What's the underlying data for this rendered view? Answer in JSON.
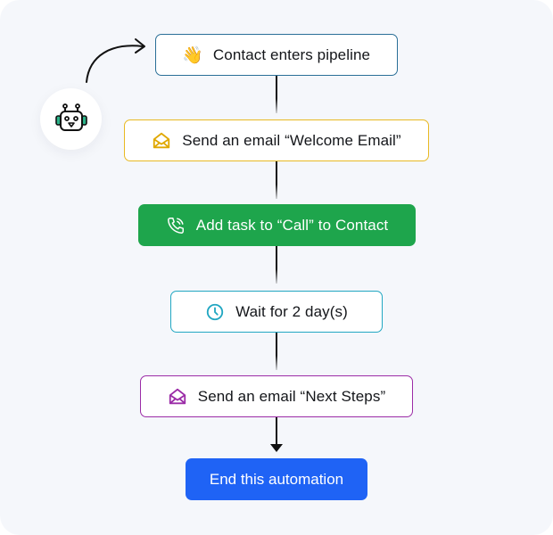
{
  "colors": {
    "background": "#f5f7fb",
    "trigger_border": "#2a6f97",
    "email1_border": "#e8b923",
    "email1_icon": "#e0a800",
    "task_fill": "#1ea54c",
    "wait_border": "#22a7c2",
    "wait_icon": "#22a7c2",
    "email2_border": "#9b2ca7",
    "email2_icon": "#9b2ca7",
    "end_fill": "#1f63f5",
    "robot_accent": "#2bb389"
  },
  "flow": {
    "trigger": {
      "icon": "waving-hand-icon",
      "emoji": "👋",
      "label": "Contact enters pipeline"
    },
    "steps": [
      {
        "icon": "envelope-open-icon",
        "label": "Send an email “Welcome Email”"
      },
      {
        "icon": "phone-call-icon",
        "label": "Add task to “Call” to Contact"
      },
      {
        "icon": "clock-icon",
        "label": "Wait for 2 day(s)"
      },
      {
        "icon": "envelope-open-icon",
        "label": "Send an email “Next Steps”"
      }
    ],
    "end": {
      "label": "End this automation"
    }
  },
  "bot": {
    "icon": "robot-icon"
  }
}
